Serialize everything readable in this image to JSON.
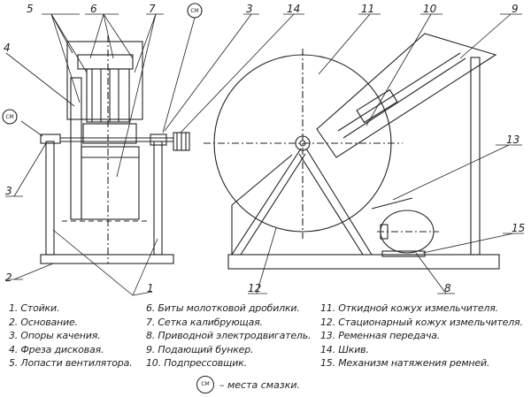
{
  "callouts": {
    "c1": "1",
    "c2": "2",
    "c3": "3",
    "c3b": "3",
    "c4": "4",
    "c5": "5",
    "c6": "6",
    "c7": "7",
    "c8": "8",
    "c9": "9",
    "c10": "10",
    "c11": "11",
    "c12": "12",
    "c13": "13",
    "c14": "14",
    "c15": "15"
  },
  "lube_symbol": "СМ",
  "legend": {
    "col1": [
      "1. Стойки.",
      "2. Основание.",
      "3. Опоры качения.",
      "4. Фреза дисковая.",
      "5. Лопасти вентилятора."
    ],
    "col2": [
      "6. Биты молотковой дробилки.",
      "7. Сетка калибрующая.",
      "8. Приводной электродвигатель.",
      "9. Подающий бункер.",
      "10. Подпрессовщик."
    ],
    "col3": [
      "11. Откидной кожух измельчителя.",
      "12. Стационарный кожух измельчителя.",
      "13. Ременная передача.",
      "14. Шкив.",
      "15. Механизм натяжения ремней."
    ]
  },
  "lube_note": "– места смазки."
}
